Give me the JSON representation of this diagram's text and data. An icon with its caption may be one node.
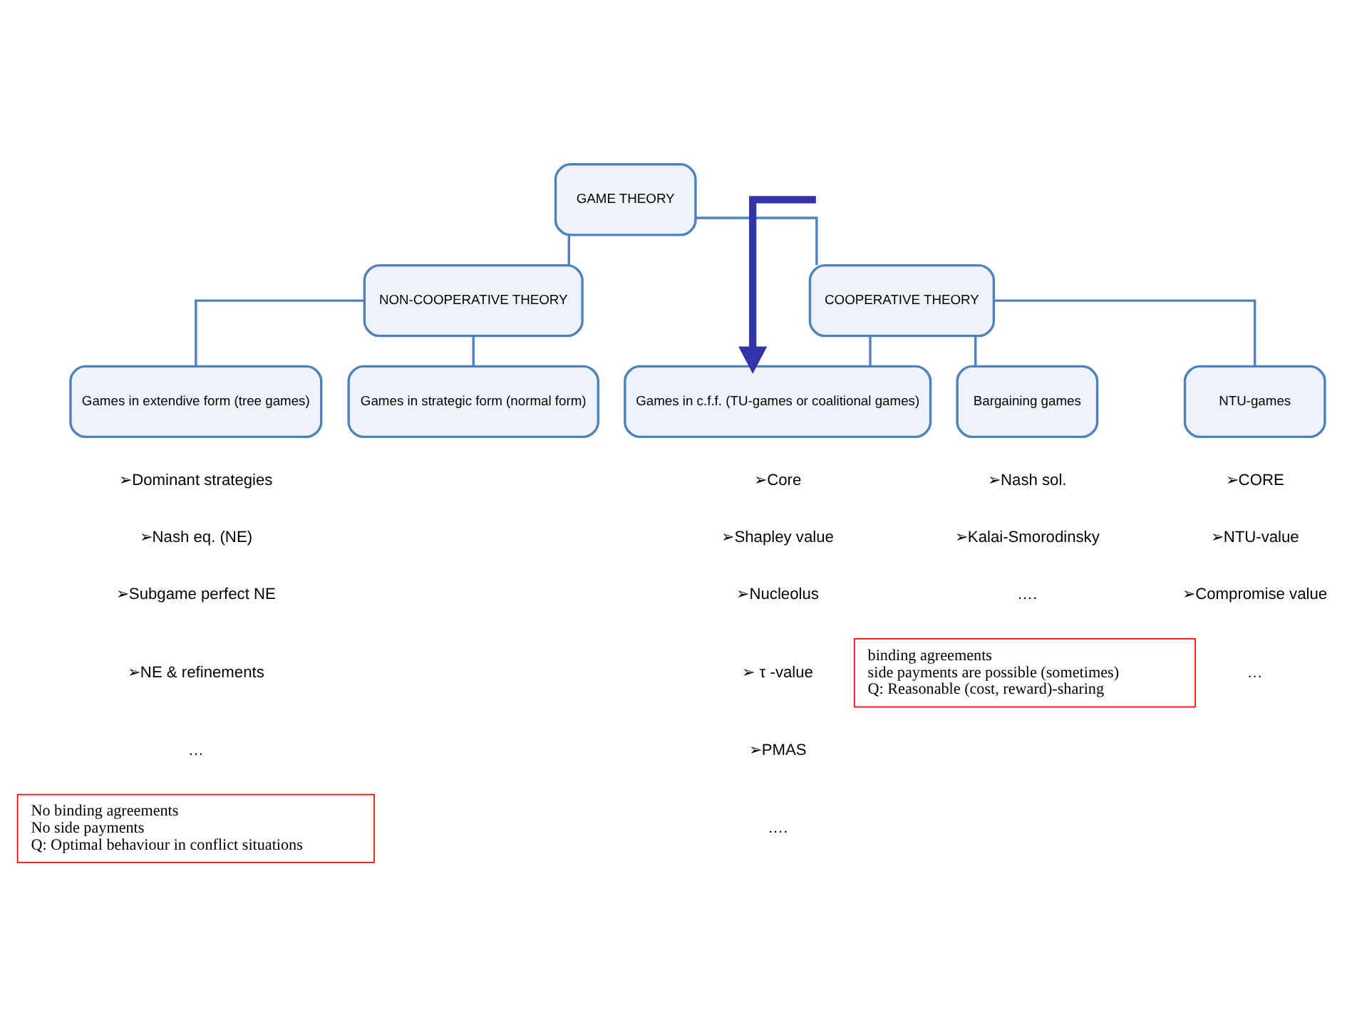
{
  "diagram": {
    "nodes": [
      {
        "text": [
          "GAME THEORY"
        ]
      },
      {
        "text": [
          "NON-COOPERATIVE THEORY"
        ]
      },
      {
        "text": [
          "COOPERATIVE THEORY"
        ]
      },
      {
        "text": [
          "Games in extendive form (tree games)"
        ]
      },
      {
        "text": [
          "Games in strategic form (normal form)"
        ]
      },
      {
        "text": [
          "Games in c.f.f. (TU-games or coalitional games)"
        ]
      },
      {
        "text": [
          "Bargaining games"
        ]
      },
      {
        "text": [
          "NTU-games"
        ]
      },
      {
        "text": [
          "No binding agreements",
          "No side payments",
          "Q: Optimal behaviour in conflict situations"
        ]
      },
      {
        "text": [
          "binding agreements",
          "side payments are possible (sometimes)",
          "Q: Reasonable (cost, reward)-sharing"
        ]
      }
    ],
    "edges": [
      {
        "from": 0,
        "to": 1,
        "arrow": "none"
      },
      {
        "from": 0,
        "to": 2,
        "arrow": "none"
      },
      {
        "from": 1,
        "to": 3,
        "arrow": "none"
      },
      {
        "from": 1,
        "to": 4,
        "arrow": "none"
      },
      {
        "from": 2,
        "to": 5,
        "arrow": "none"
      },
      {
        "from": 2,
        "to": 6,
        "arrow": "none"
      },
      {
        "from": 2,
        "to": 7,
        "arrow": "none"
      },
      {
        "from": null,
        "to": 5,
        "arrow": "to",
        "style": "thick",
        "color": "#3333aa"
      }
    ],
    "labels": [
      "➢Dominant strategies",
      "➢Nash eq. (NE)",
      "➢Subgame perfect NE",
      "➢NE & refinements",
      "…",
      "➢Core",
      "➢Shapley value",
      "➢Nucleolus",
      "➢ τ -value",
      "➢PMAS",
      "….",
      "➢Nash sol.",
      "➢Kalai-Smorodinsky",
      "….",
      "➢CORE",
      "➢NTU-value",
      "➢Compromise value",
      "…"
    ]
  }
}
